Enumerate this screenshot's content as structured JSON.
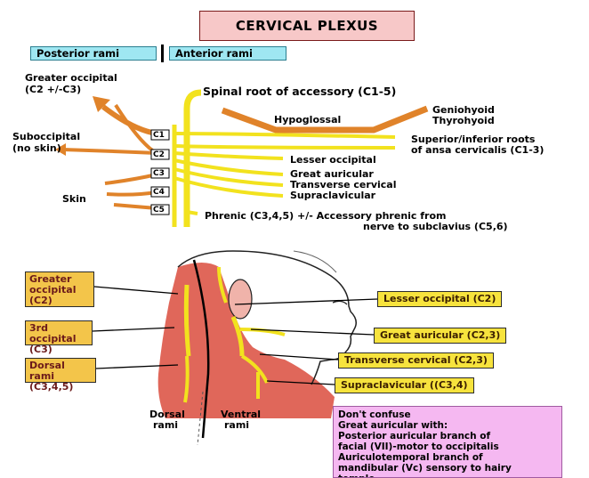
{
  "title": "CERVICAL PLEXUS",
  "rami": {
    "posterior": "Posterior rami",
    "anterior": "Anterior rami"
  },
  "roots": [
    "C1",
    "C2",
    "C3",
    "C4",
    "C5"
  ],
  "top_labels": {
    "greater_occipital_1": "Greater occipital",
    "greater_occipital_2": "(C2 +/-C3)",
    "suboccipital_1": "Suboccipital",
    "suboccipital_2": "(no skin)",
    "skin": "Skin",
    "spinal_accessory": "Spinal root of accessory (C1-5)",
    "hypoglossal": "Hypoglossal",
    "geniohyoid": "Geniohyoid",
    "thyrohyoid": "Thyrohyoid",
    "ansa_1": "Superior/inferior roots",
    "ansa_2": "of ansa cervicalis (C1-3)",
    "lesser_occipital": "Lesser occipital",
    "great_auricular": "Great auricular",
    "transverse_cervical": "Transverse cervical",
    "supraclavicular": "Supraclavicular",
    "phrenic_1": "Phrenic (C3,4,5) +/-  Accessory phrenic from",
    "phrenic_2": "nerve to subclavius (C5,6)"
  },
  "left_boxes": {
    "greater_occipital_1": "Greater",
    "greater_occipital_2": "occipital",
    "greater_occipital_3": "(C2)",
    "third_occipital_1": "3rd occipital",
    "third_occipital_2": "(C3)",
    "dorsal_rami_1": "Dorsal rami",
    "dorsal_rami_2": "(C3,4,5)"
  },
  "right_boxes": {
    "lesser_occipital": "Lesser occipital (C2)",
    "great_auricular": "Great auricular (C2,3)",
    "transverse_cervical": "Transverse cervical (C2,3)",
    "supraclavicular": "Supraclavicular ((C3,4)"
  },
  "bottom_labels": {
    "dorsal_1": "Dorsal",
    "dorsal_2": "rami",
    "ventral_1": "Ventral",
    "ventral_2": "rami"
  },
  "note": {
    "line1": "Don't confuse",
    "line2": "Great auricular with:",
    "line3": "Posterior auricular branch of",
    "line4": "facial (VII)-motor to occipitalis",
    "line5": "Auriculotemporal branch of",
    "line6": "mandibular (Vc) sensory to hairy",
    "line7": "temple"
  },
  "colors": {
    "nerve_yellow": "#f2e21e",
    "nerve_orange": "#e0832a",
    "skin_red": "#e0675a",
    "title_bg": "#f7c8c8",
    "rami_bg": "#9fe7f2",
    "note_bg": "#f5b8f1"
  }
}
